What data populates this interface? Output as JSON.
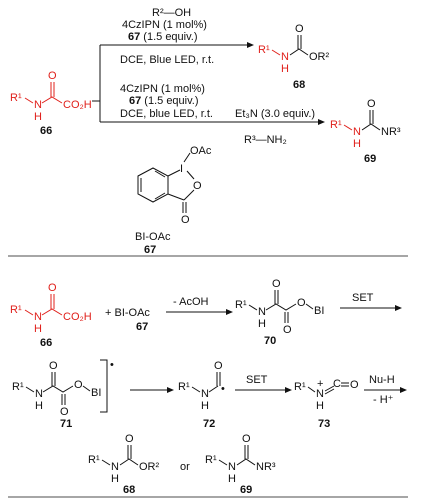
{
  "scheme_top": {
    "reagent_top": {
      "alcohol": "R²—OH",
      "catalyst": "4CzIPN (1 mol%)",
      "oxidant_num": "67",
      "oxidant_equiv": " (1.5 equiv.)",
      "conditions": "DCE, Blue LED, r.t."
    },
    "reagent_bottom": {
      "catalyst": "4CzIPN (1 mol%)",
      "oxidant_num": "67",
      "oxidant_equiv": " (1.5 equiv.)",
      "conditions": "DCE, blue LED, r.t."
    },
    "reagent_third": {
      "base": "Et₃N (3.0 equiv.)",
      "amine": "R³—NH₂"
    },
    "substrate_label": "66",
    "product_68_label": "68",
    "product_69_label": "69",
    "bioac_name": "BI-OAc",
    "bioac_label": "67"
  },
  "scheme_bottom": {
    "reagent_plus": "+ BI-OAc",
    "reagent_plus_label": "67",
    "minus_acoh": "- AcOH",
    "set1": "SET",
    "set2": "SET",
    "nuh": "Nu-H",
    "minus_h": "- H⁺",
    "labels": {
      "s66": "66",
      "s70": "70",
      "s71": "71",
      "s72": "72",
      "s73": "73",
      "s68": "68",
      "s69": "69"
    },
    "or_word": "or"
  },
  "atoms": {
    "R1": "R¹",
    "N": "N",
    "H": "H",
    "O": "O",
    "CO2H": "CO₂H",
    "OR2": "OR²",
    "NR3": "NR³",
    "BI": "BI",
    "OAc": "OAc",
    "I": "I",
    "C": "C",
    "radical": "•",
    "plus": "+"
  }
}
